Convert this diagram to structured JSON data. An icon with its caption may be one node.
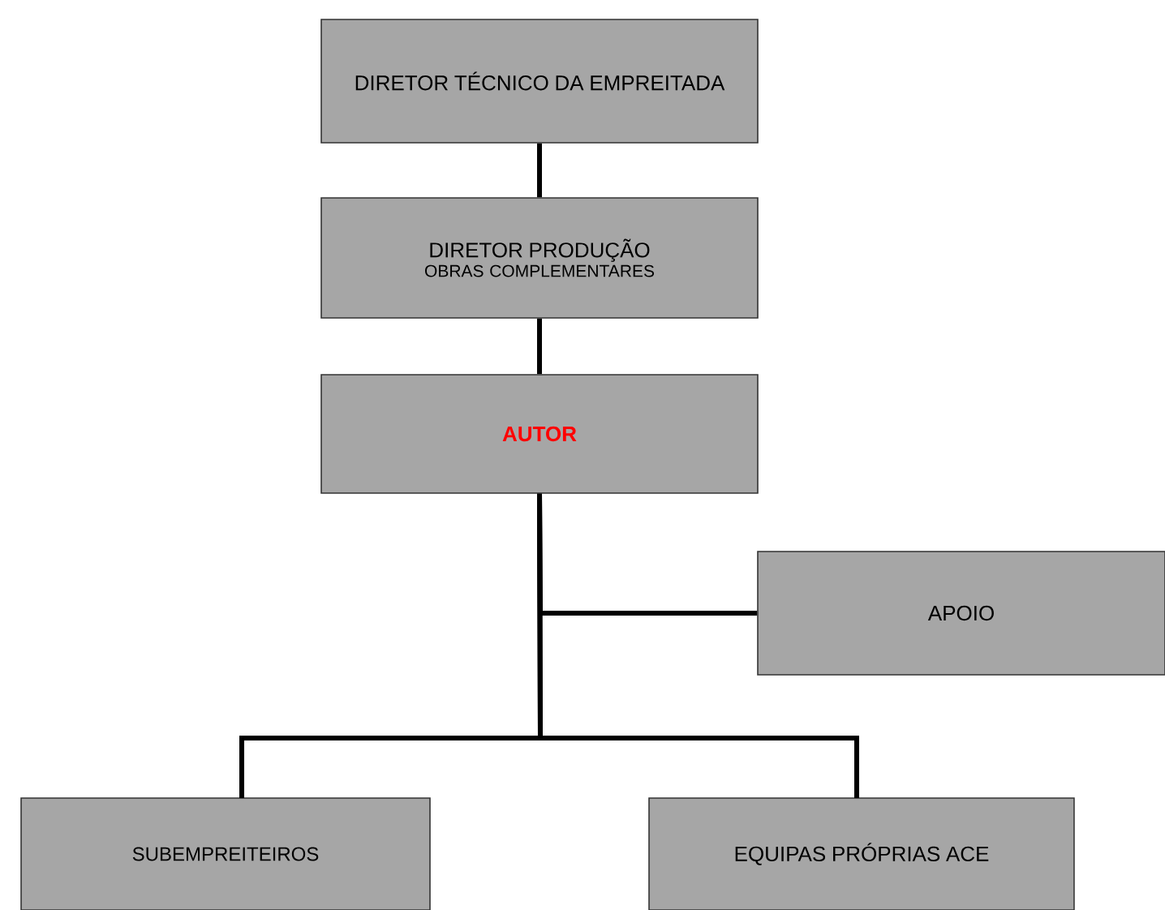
{
  "diagram": {
    "nodes": [
      {
        "text": [
          "DIRETOR TÉCNICO DA EMPREITADA"
        ]
      },
      {
        "text": [
          "DIRETOR PRODUÇÃO",
          "OBRAS COMPLEMENTARES"
        ]
      },
      {
        "text": [
          "AUTOR"
        ]
      },
      {
        "text": [
          "APOIO"
        ]
      },
      {
        "text": [
          "SUBEMPREITEIROS"
        ]
      },
      {
        "text": [
          "EQUIPAS PRÓPRIAS ACE"
        ]
      }
    ],
    "edges": [
      {
        "from": 0,
        "to": 1,
        "arrow": "none"
      },
      {
        "from": 1,
        "to": 2,
        "arrow": "none"
      },
      {
        "from": 2,
        "to": 3,
        "arrow": "none"
      },
      {
        "from": 2,
        "to": 4,
        "arrow": "none"
      },
      {
        "from": 2,
        "to": 5,
        "arrow": "none"
      }
    ]
  }
}
